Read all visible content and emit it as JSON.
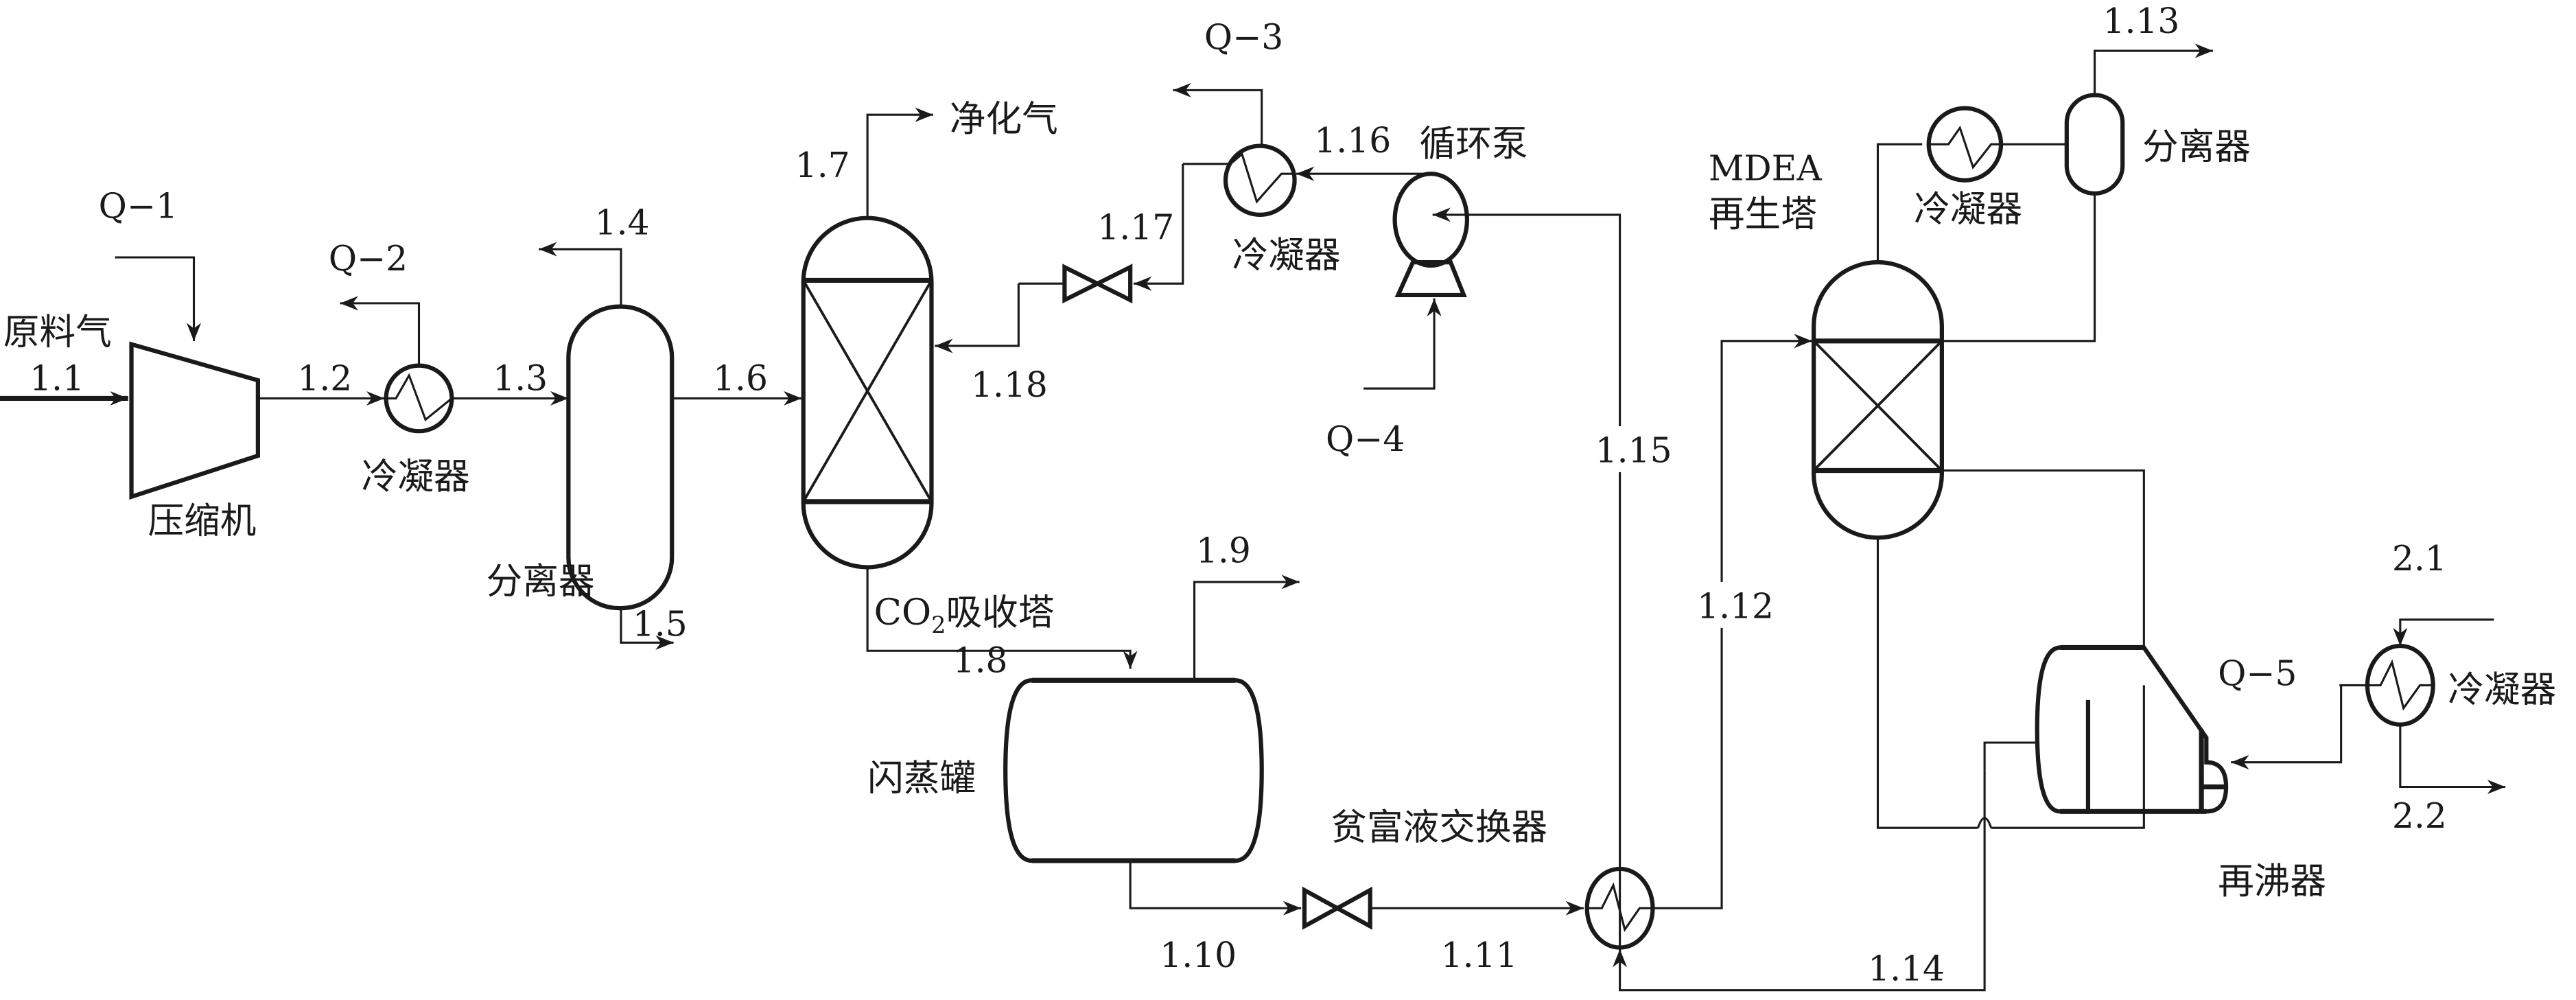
{
  "title": "MDEA CO2 capture process flow diagram",
  "labels": {
    "feed_gas": "原料气",
    "compressor": "压缩机",
    "condenser_1": "冷凝器",
    "separator_1": "分离器",
    "purified_gas": "净化气",
    "absorber_prefix": "CO",
    "absorber_sub": "2",
    "absorber_suffix": "吸收塔",
    "condenser_2": "冷凝器",
    "circulation_pump": "循环泵",
    "flash_tank": "闪蒸罐",
    "lean_rich_exchanger": "贫富液交换器",
    "regenerator_line1": "MDEA",
    "regenerator_line2": "再生塔",
    "condenser_3": "冷凝器",
    "separator_2": "分离器",
    "reboiler": "再沸器",
    "condenser_4": "冷凝器"
  },
  "streams": {
    "s1_1": "1.1",
    "s1_2": "1.2",
    "s1_3": "1.3",
    "s1_4": "1.4",
    "s1_5": "1.5",
    "s1_6": "1.6",
    "s1_7": "1.7",
    "s1_8": "1.8",
    "s1_9": "1.9",
    "s1_10": "1.10",
    "s1_11": "1.11",
    "s1_12": "1.12",
    "s1_13": "1.13",
    "s1_14": "1.14",
    "s1_15": "1.15",
    "s1_16": "1.16",
    "s1_17": "1.17",
    "s1_18": "1.18",
    "s2_1": "2.1",
    "s2_2": "2.2"
  },
  "energy": {
    "q1": "Q−1",
    "q2": "Q−2",
    "q3": "Q−3",
    "q4": "Q−4",
    "q5": "Q−5"
  }
}
